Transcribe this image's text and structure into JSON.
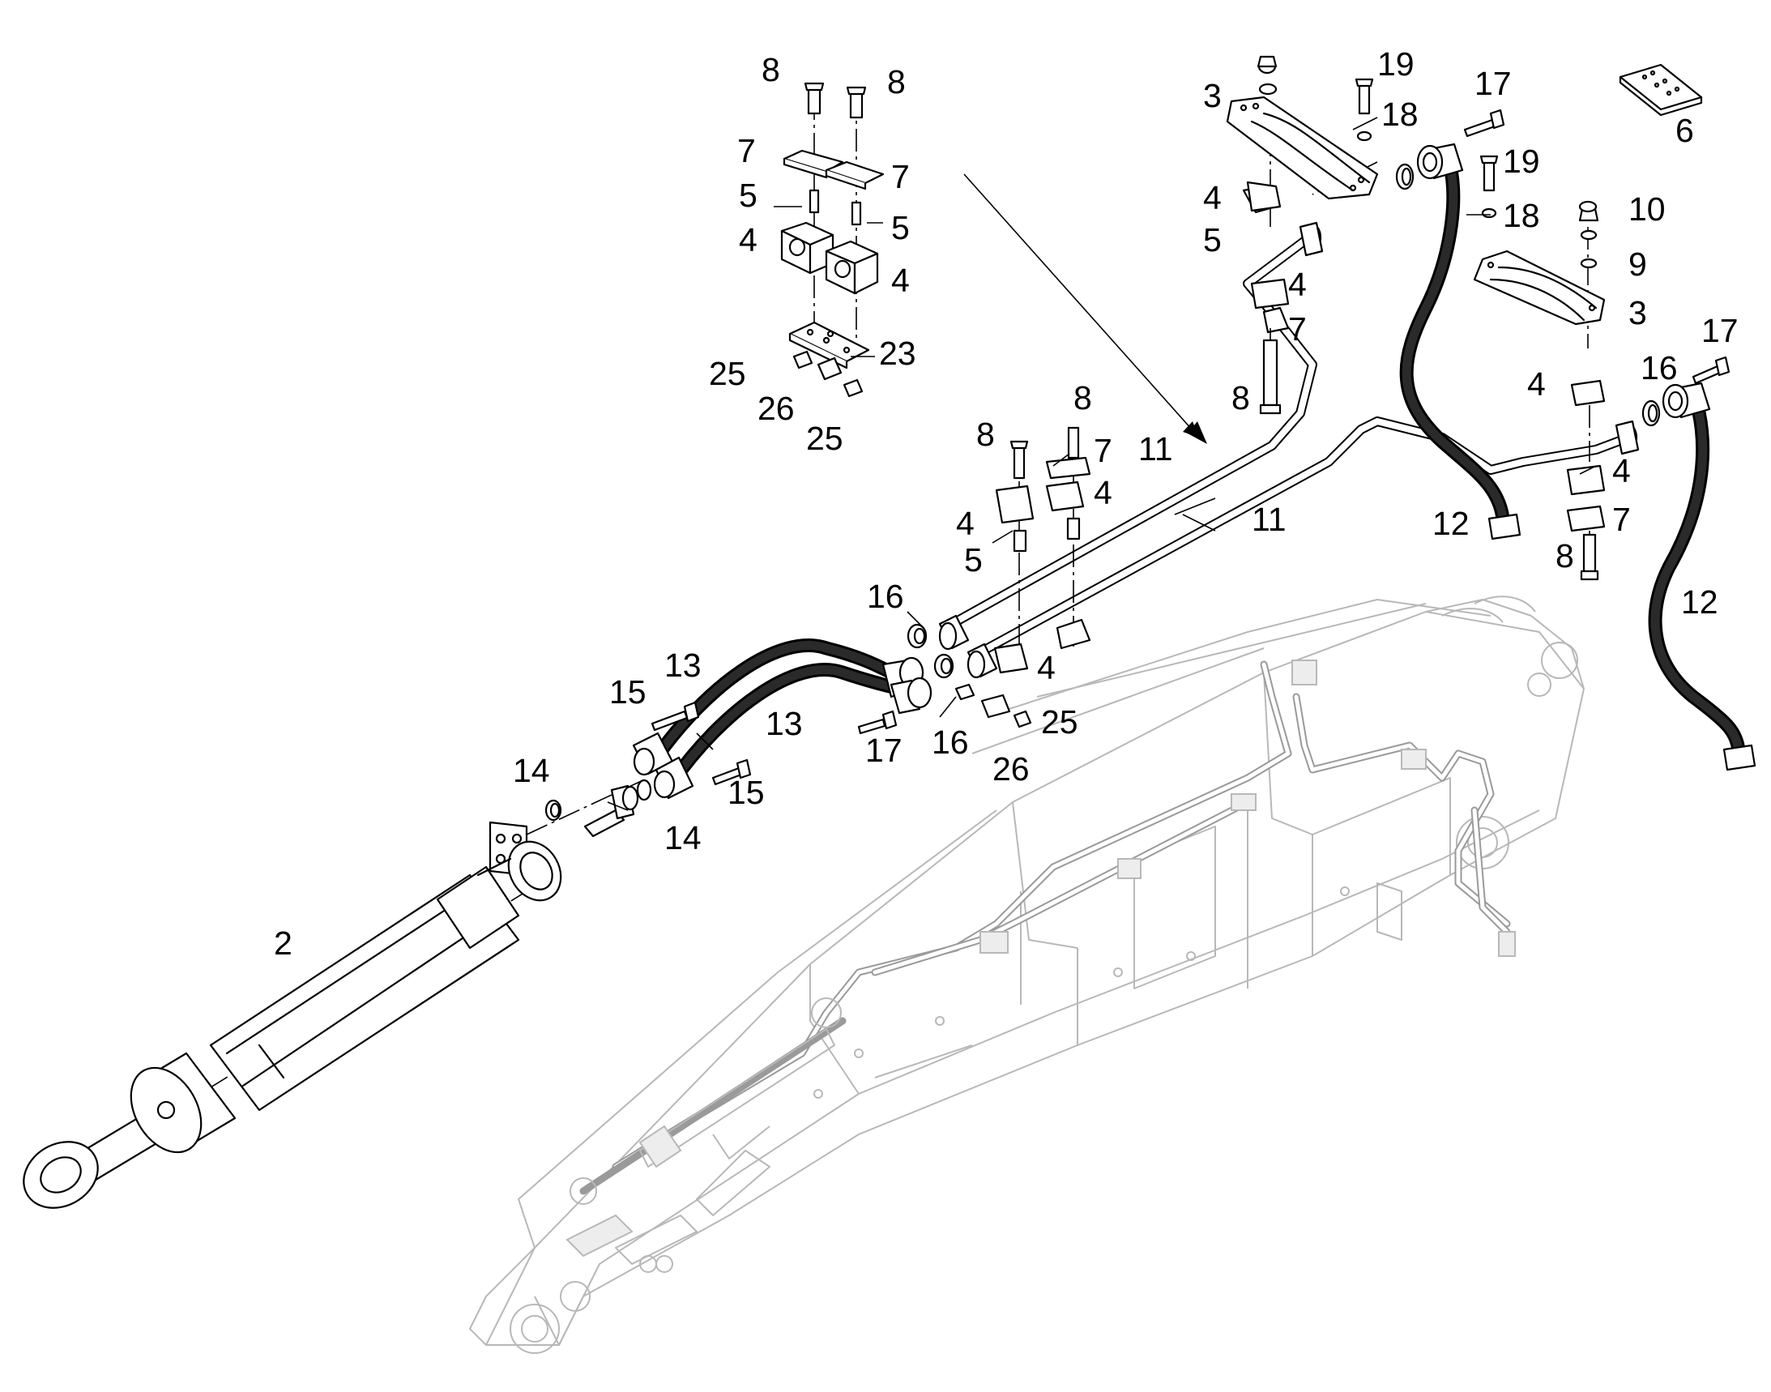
{
  "diagram": {
    "callouts": [
      {
        "id": "c8a",
        "text": "8"
      },
      {
        "id": "c8b",
        "text": "8"
      },
      {
        "id": "c7a",
        "text": "7"
      },
      {
        "id": "c7b",
        "text": "7"
      },
      {
        "id": "c5a",
        "text": "5"
      },
      {
        "id": "c5b",
        "text": "5"
      },
      {
        "id": "c4a",
        "text": "4"
      },
      {
        "id": "c4b",
        "text": "4"
      },
      {
        "id": "c23",
        "text": "23"
      },
      {
        "id": "c25a",
        "text": "25"
      },
      {
        "id": "c26a",
        "text": "26"
      },
      {
        "id": "c25b",
        "text": "25"
      },
      {
        "id": "c3a",
        "text": "3"
      },
      {
        "id": "c19a",
        "text": "19"
      },
      {
        "id": "c18a",
        "text": "18"
      },
      {
        "id": "c17a",
        "text": "17"
      },
      {
        "id": "c6",
        "text": "6"
      },
      {
        "id": "c19b",
        "text": "19"
      },
      {
        "id": "c18b",
        "text": "18"
      },
      {
        "id": "c10",
        "text": "10"
      },
      {
        "id": "c9",
        "text": "9"
      },
      {
        "id": "c3b",
        "text": "3"
      },
      {
        "id": "c4c",
        "text": "4"
      },
      {
        "id": "c5c",
        "text": "5"
      },
      {
        "id": "c4d",
        "text": "4"
      },
      {
        "id": "c7c",
        "text": "7"
      },
      {
        "id": "c8c",
        "text": "8"
      },
      {
        "id": "c17b",
        "text": "17"
      },
      {
        "id": "c16a",
        "text": "16"
      },
      {
        "id": "c4e",
        "text": "4"
      },
      {
        "id": "c4f",
        "text": "4"
      },
      {
        "id": "c7d",
        "text": "7"
      },
      {
        "id": "c8d",
        "text": "8"
      },
      {
        "id": "c12a",
        "text": "12"
      },
      {
        "id": "c12b",
        "text": "12"
      },
      {
        "id": "c11a",
        "text": "11"
      },
      {
        "id": "c11b",
        "text": "11"
      },
      {
        "id": "c8e",
        "text": "8"
      },
      {
        "id": "c8f",
        "text": "8"
      },
      {
        "id": "c7e",
        "text": "7"
      },
      {
        "id": "c4g",
        "text": "4"
      },
      {
        "id": "c4h",
        "text": "4"
      },
      {
        "id": "c5d",
        "text": "5"
      },
      {
        "id": "c16b",
        "text": "16"
      },
      {
        "id": "c4i",
        "text": "4"
      },
      {
        "id": "c13a",
        "text": "13"
      },
      {
        "id": "c13b",
        "text": "13"
      },
      {
        "id": "c15a",
        "text": "15"
      },
      {
        "id": "c15b",
        "text": "15"
      },
      {
        "id": "c17c",
        "text": "17"
      },
      {
        "id": "c16c",
        "text": "16"
      },
      {
        "id": "c25c",
        "text": "25"
      },
      {
        "id": "c26b",
        "text": "26"
      },
      {
        "id": "c14a",
        "text": "14"
      },
      {
        "id": "c14b",
        "text": "14"
      },
      {
        "id": "c2",
        "text": "2"
      }
    ]
  }
}
